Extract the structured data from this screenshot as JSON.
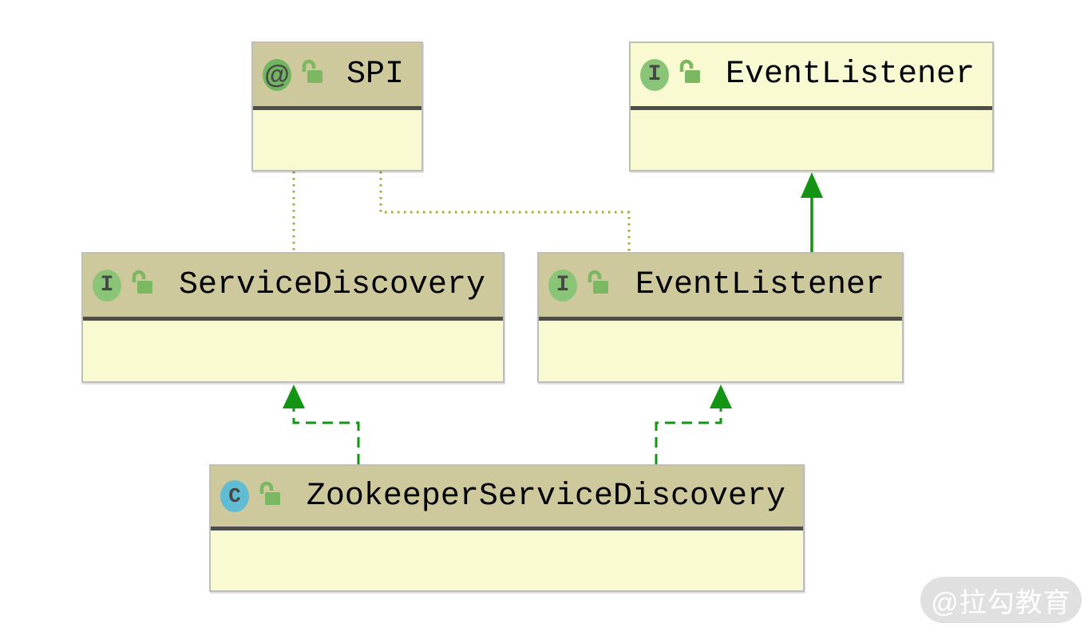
{
  "app": {
    "type": "uml-class-diagram"
  },
  "colors": {
    "canvas_bg": "#ffffff",
    "node_header_bg": "#cdc99c",
    "node_body_bg": "#fafad2",
    "node_separator": "#4d4d4d",
    "node_border": "#bdbdbd",
    "inheritance_green": "#149414",
    "annotation_edge_olive": "#a8a73a",
    "annotation_icon_bg": "#72b561",
    "interface_icon_bg": "#8ac577",
    "class_icon_bg": "#5fbcd3",
    "lock_icon_green": "#7cb862",
    "name_text": "#000000",
    "watermark_text_color": "#ffffff"
  },
  "nodes": [
    {
      "id": "spi",
      "kind": "annotation",
      "icon_glyph": "@",
      "visibility": "public-unlocked",
      "name": "SPI"
    },
    {
      "id": "event-listener-jdk",
      "kind": "interface",
      "icon_glyph": "I",
      "visibility": "public-unlocked",
      "name": "EventListener"
    },
    {
      "id": "service-discovery",
      "kind": "interface",
      "icon_glyph": "I",
      "visibility": "public-unlocked",
      "name": "ServiceDiscovery"
    },
    {
      "id": "event-listener",
      "kind": "interface",
      "icon_glyph": "I",
      "visibility": "public-unlocked",
      "name": "EventListener"
    },
    {
      "id": "zookeeper-service-discovery",
      "kind": "class",
      "icon_glyph": "C",
      "visibility": "public-unlocked",
      "name": "ZookeeperServiceDiscovery"
    }
  ],
  "edges": [
    {
      "from": "service-discovery",
      "to": "spi",
      "type": "annotated-by",
      "style": "dotted"
    },
    {
      "from": "event-listener",
      "to": "spi",
      "type": "annotated-by",
      "style": "dotted"
    },
    {
      "from": "event-listener",
      "to": "event-listener-jdk",
      "type": "extends",
      "style": "solid-arrow"
    },
    {
      "from": "zookeeper-service-discovery",
      "to": "service-discovery",
      "type": "implements",
      "style": "dashed-arrow"
    },
    {
      "from": "zookeeper-service-discovery",
      "to": "event-listener",
      "type": "implements",
      "style": "dashed-arrow"
    }
  ],
  "watermark": {
    "text": "@拉勾教育"
  }
}
